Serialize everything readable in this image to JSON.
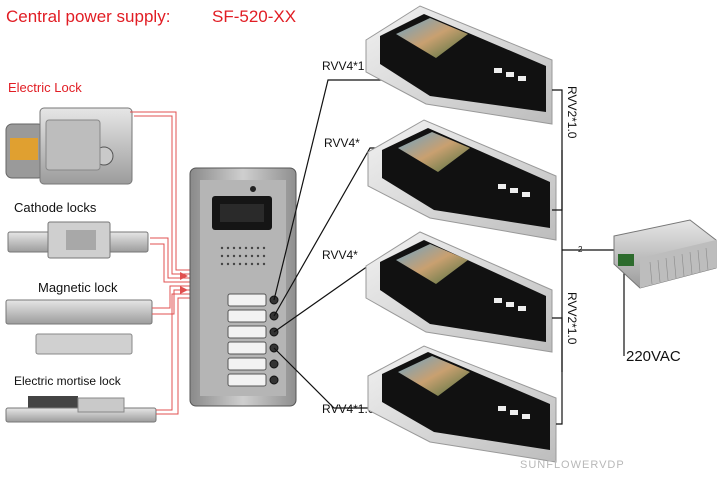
{
  "title": {
    "label": "Central power supply:",
    "model": "SF-520-XX"
  },
  "locks": [
    {
      "label": "Electric Lock"
    },
    {
      "label": "Cathode locks"
    },
    {
      "label": "Magnetic lock"
    },
    {
      "label": "Electric mortise lock"
    }
  ],
  "cables": {
    "rvv4_full": "RVV4*1.0",
    "rvv4_short": "RVV4*",
    "rvv2": "RVV2*1.0",
    "two": "2"
  },
  "power": {
    "voltage": "220VAC"
  },
  "watermark": "SUNFLOWERVDP",
  "colors": {
    "title": "#e11d24",
    "wire_red": "#e05050",
    "wire_black": "#111111",
    "monitor_bezel": "#111111",
    "monitor_silver": "#d9d9d9"
  }
}
